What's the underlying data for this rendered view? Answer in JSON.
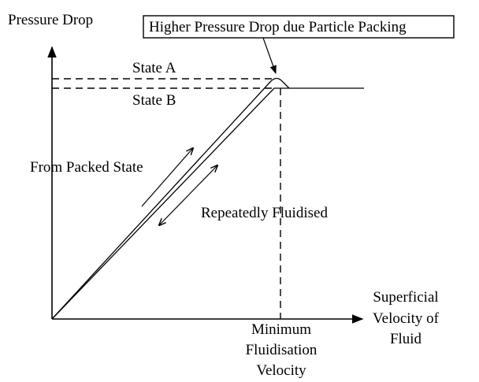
{
  "labels": {
    "y_axis": "Pressure Drop",
    "x_axis_line1": "Superficial",
    "x_axis_line2": "Velocity of",
    "x_axis_line3": "Fluid",
    "callout": "Higher Pressure Drop due Particle Packing",
    "state_a": "State A",
    "state_b": "State B",
    "from_packed": "From Packed State",
    "repeatedly": "Repeatedly Fluidised",
    "min_fluid_line1": "Minimum",
    "min_fluid_line2": "Fluidisation",
    "min_fluid_line3": "Velocity"
  }
}
